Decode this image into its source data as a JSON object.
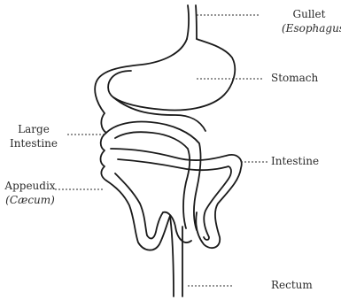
{
  "labels": {
    "gullet": "Gullet",
    "esophagus": "(Esophagus)",
    "stomach": "Stomach",
    "large_intestine_1": "Large",
    "large_intestine_2": "Intestine",
    "intestine": "Intestine",
    "appendix": "Appeudix",
    "caecum": "(Cæcum)",
    "rectum": "Rectum"
  },
  "colors": {
    "line": "#1a1a1a",
    "text": "#2a2a2a",
    "background": "#ffffff"
  }
}
